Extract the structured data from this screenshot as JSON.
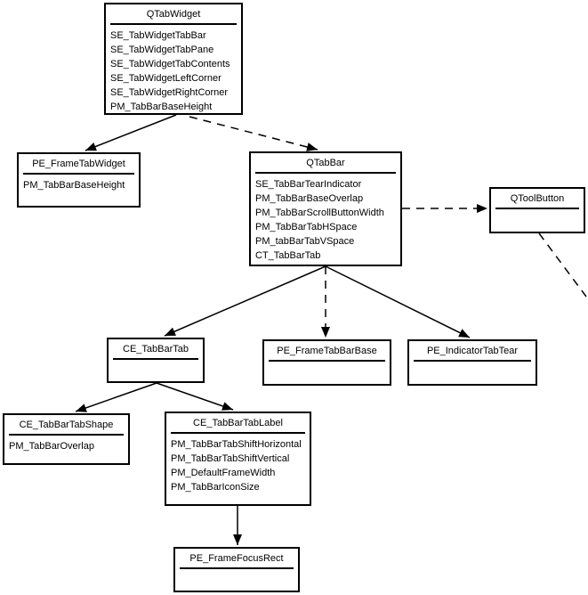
{
  "diagram": {
    "colors": {
      "background": "#ffffff",
      "line": "#000000",
      "box_border": "#000000",
      "box_background": "#ffffff",
      "text": "#000000"
    },
    "boxes": [
      {
        "title": "QTabWidget",
        "items": [
          "SE_TabWidgetTabBar",
          "SE_TabWidgetTabPane",
          "SE_TabWidgetTabContents",
          "SE_TabWidgetLeftCorner",
          "SE_TabWidgetRightCorner",
          "PM_TabBarBaseHeight"
        ]
      },
      {
        "title": "PE_FrameTabWidget",
        "items": [
          "PM_TabBarBaseHeight"
        ]
      },
      {
        "title": "QTabBar",
        "items": [
          "SE_TabBarTearIndicator",
          "PM_TabBarBaseOverlap",
          "PM_TabBarScrollButtonWidth",
          "PM_TabBarTabHSpace",
          "PM_tabBarTabVSpace",
          "CT_TabBarTab"
        ]
      },
      {
        "title": "QToolButton",
        "items": []
      },
      {
        "title": "CE_TabBarTab",
        "items": []
      },
      {
        "title": "PE_FrameTabBarBase",
        "items": []
      },
      {
        "title": "PE_IndicatorTabTear",
        "items": []
      },
      {
        "title": "CE_TabBarTabShape",
        "items": [
          "PM_TabBarOverlap"
        ]
      },
      {
        "title": "CE_TabBarTabLabel",
        "items": [
          "PM_TabBarTabShiftHorizontal",
          "PM_TabBarTabShiftVertical",
          "PM_DefaultFrameWidth",
          "PM_TabBarIconSize"
        ]
      },
      {
        "title": "PE_FrameFocusRect",
        "items": []
      }
    ],
    "edges": [
      {
        "from": "QTabWidget",
        "to": "PE_FrameTabWidget",
        "style": "solid",
        "arrow": true
      },
      {
        "from": "QTabWidget",
        "to": "QTabBar",
        "style": "dashed",
        "arrow": true
      },
      {
        "from": "QTabBar",
        "to": "QToolButton",
        "style": "dashed",
        "arrow": true
      },
      {
        "from": "QToolButton",
        "to": "offscreen-bottom-right",
        "style": "dashed",
        "arrow": false
      },
      {
        "from": "QTabBar",
        "to": "CE_TabBarTab",
        "style": "solid",
        "arrow": true
      },
      {
        "from": "QTabBar",
        "to": "PE_FrameTabBarBase",
        "style": "dashed",
        "arrow": true
      },
      {
        "from": "QTabBar",
        "to": "PE_IndicatorTabTear",
        "style": "solid",
        "arrow": true
      },
      {
        "from": "CE_TabBarTab",
        "to": "CE_TabBarTabShape",
        "style": "solid",
        "arrow": true
      },
      {
        "from": "CE_TabBarTab",
        "to": "CE_TabBarTabLabel",
        "style": "solid",
        "arrow": true
      },
      {
        "from": "CE_TabBarTabLabel",
        "to": "PE_FrameFocusRect",
        "style": "solid",
        "arrow": true
      }
    ]
  }
}
